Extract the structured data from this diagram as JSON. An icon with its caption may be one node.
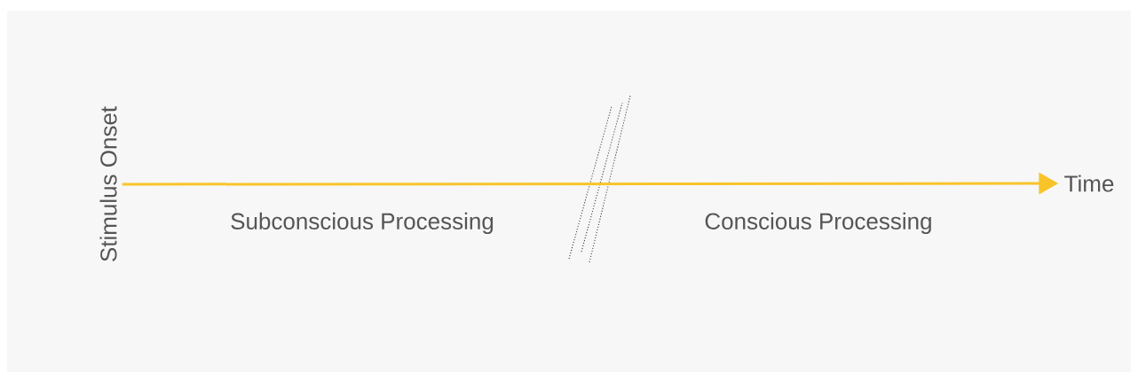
{
  "diagram": {
    "nodes": [
      {
        "text": [
          "Stimulus Onset"
        ]
      },
      {
        "text": [
          "Time"
        ]
      }
    ],
    "edges": [
      {
        "from": 0,
        "to": 1,
        "arrow": "to",
        "color": "#f8c42a"
      }
    ],
    "labels": [
      "Subconscious Processing",
      "Conscious Processing"
    ]
  }
}
